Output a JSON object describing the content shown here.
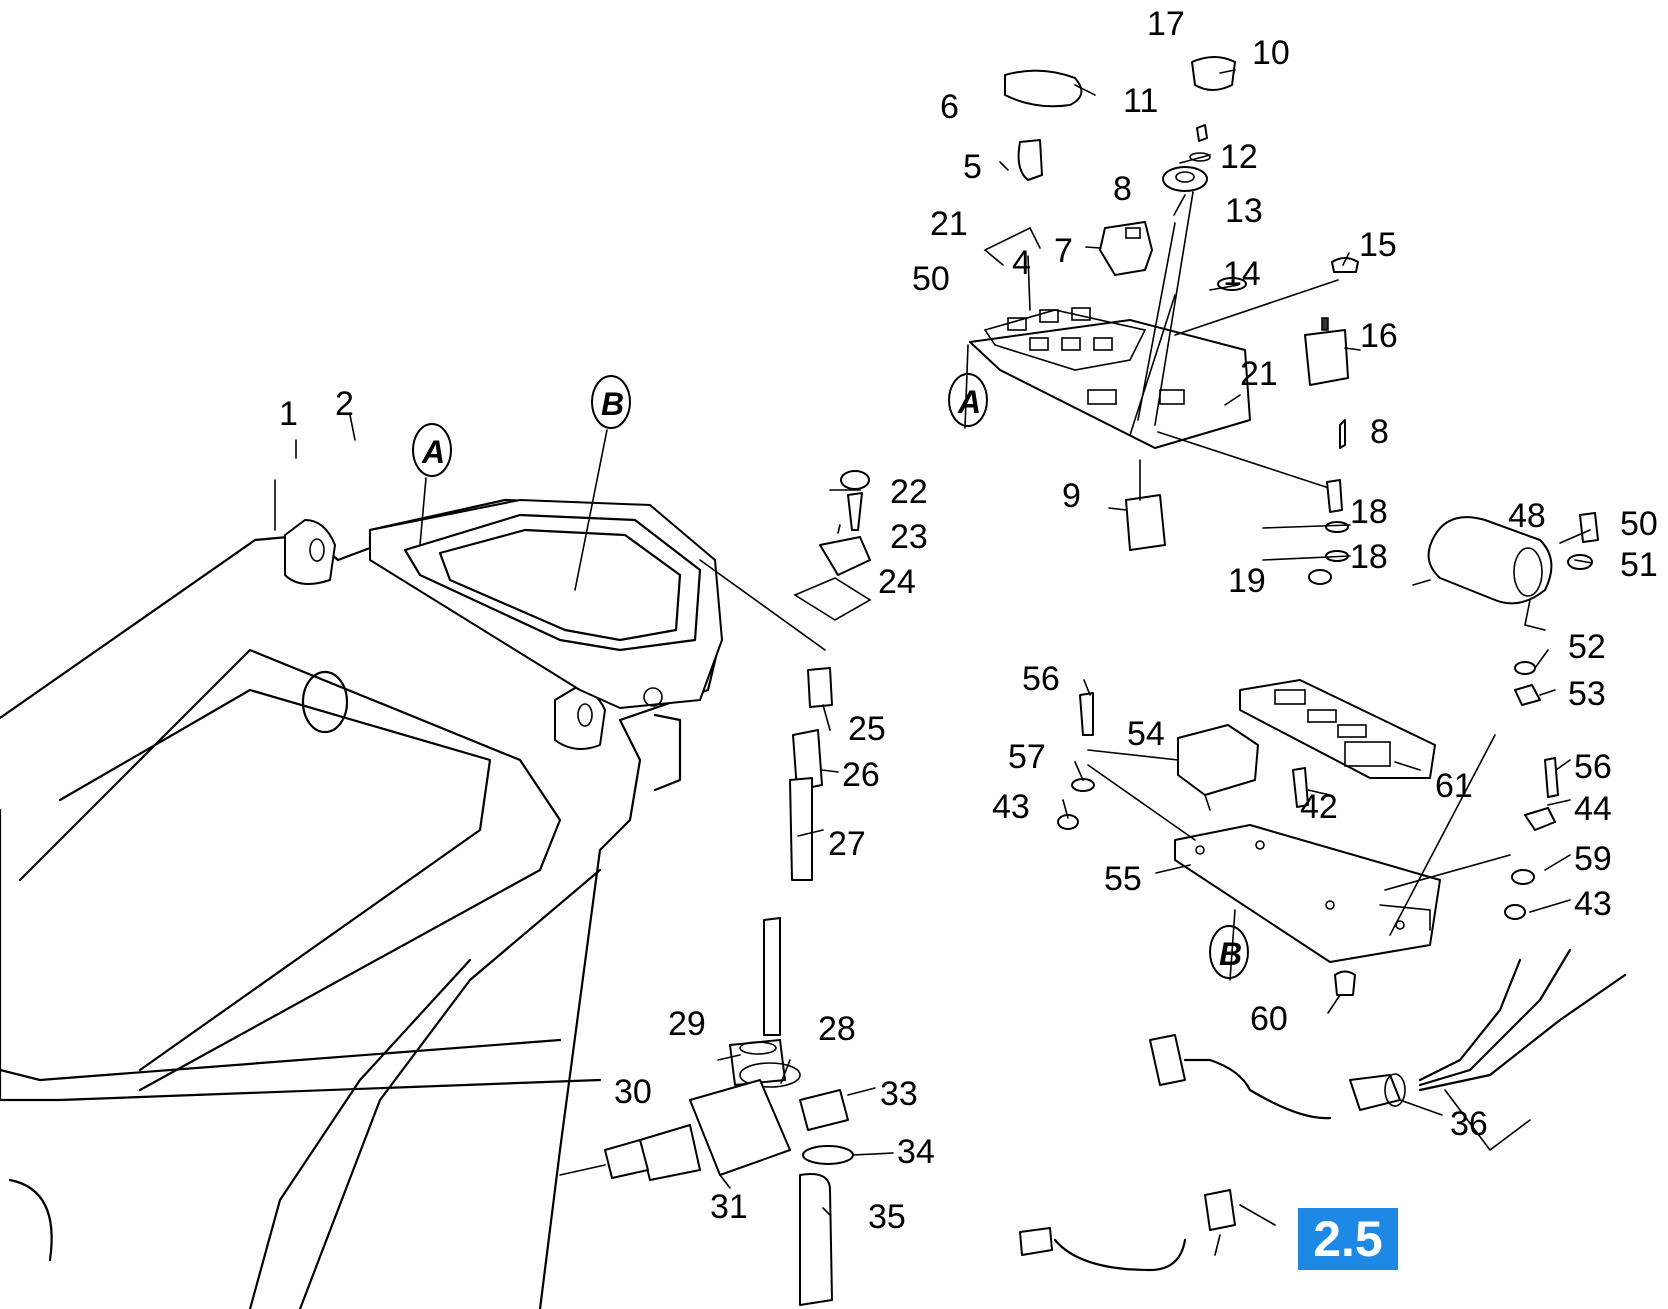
{
  "section_number": "2.5",
  "reference_letters": [
    "A",
    "B"
  ],
  "callouts": [
    "1",
    "2",
    "4",
    "5",
    "6",
    "7",
    "8",
    "9",
    "10",
    "11",
    "12",
    "13",
    "14",
    "15",
    "16",
    "17",
    "18",
    "19",
    "21",
    "22",
    "23",
    "24",
    "25",
    "26",
    "27",
    "28",
    "29",
    "30",
    "31",
    "33",
    "34",
    "35",
    "36",
    "42",
    "43",
    "44",
    "48",
    "50",
    "51",
    "52",
    "53",
    "54",
    "55",
    "56",
    "57",
    "59",
    "60",
    "61"
  ],
  "colors": {
    "badge": "#1e88e5",
    "line": "#000000",
    "background": "#ffffff"
  }
}
